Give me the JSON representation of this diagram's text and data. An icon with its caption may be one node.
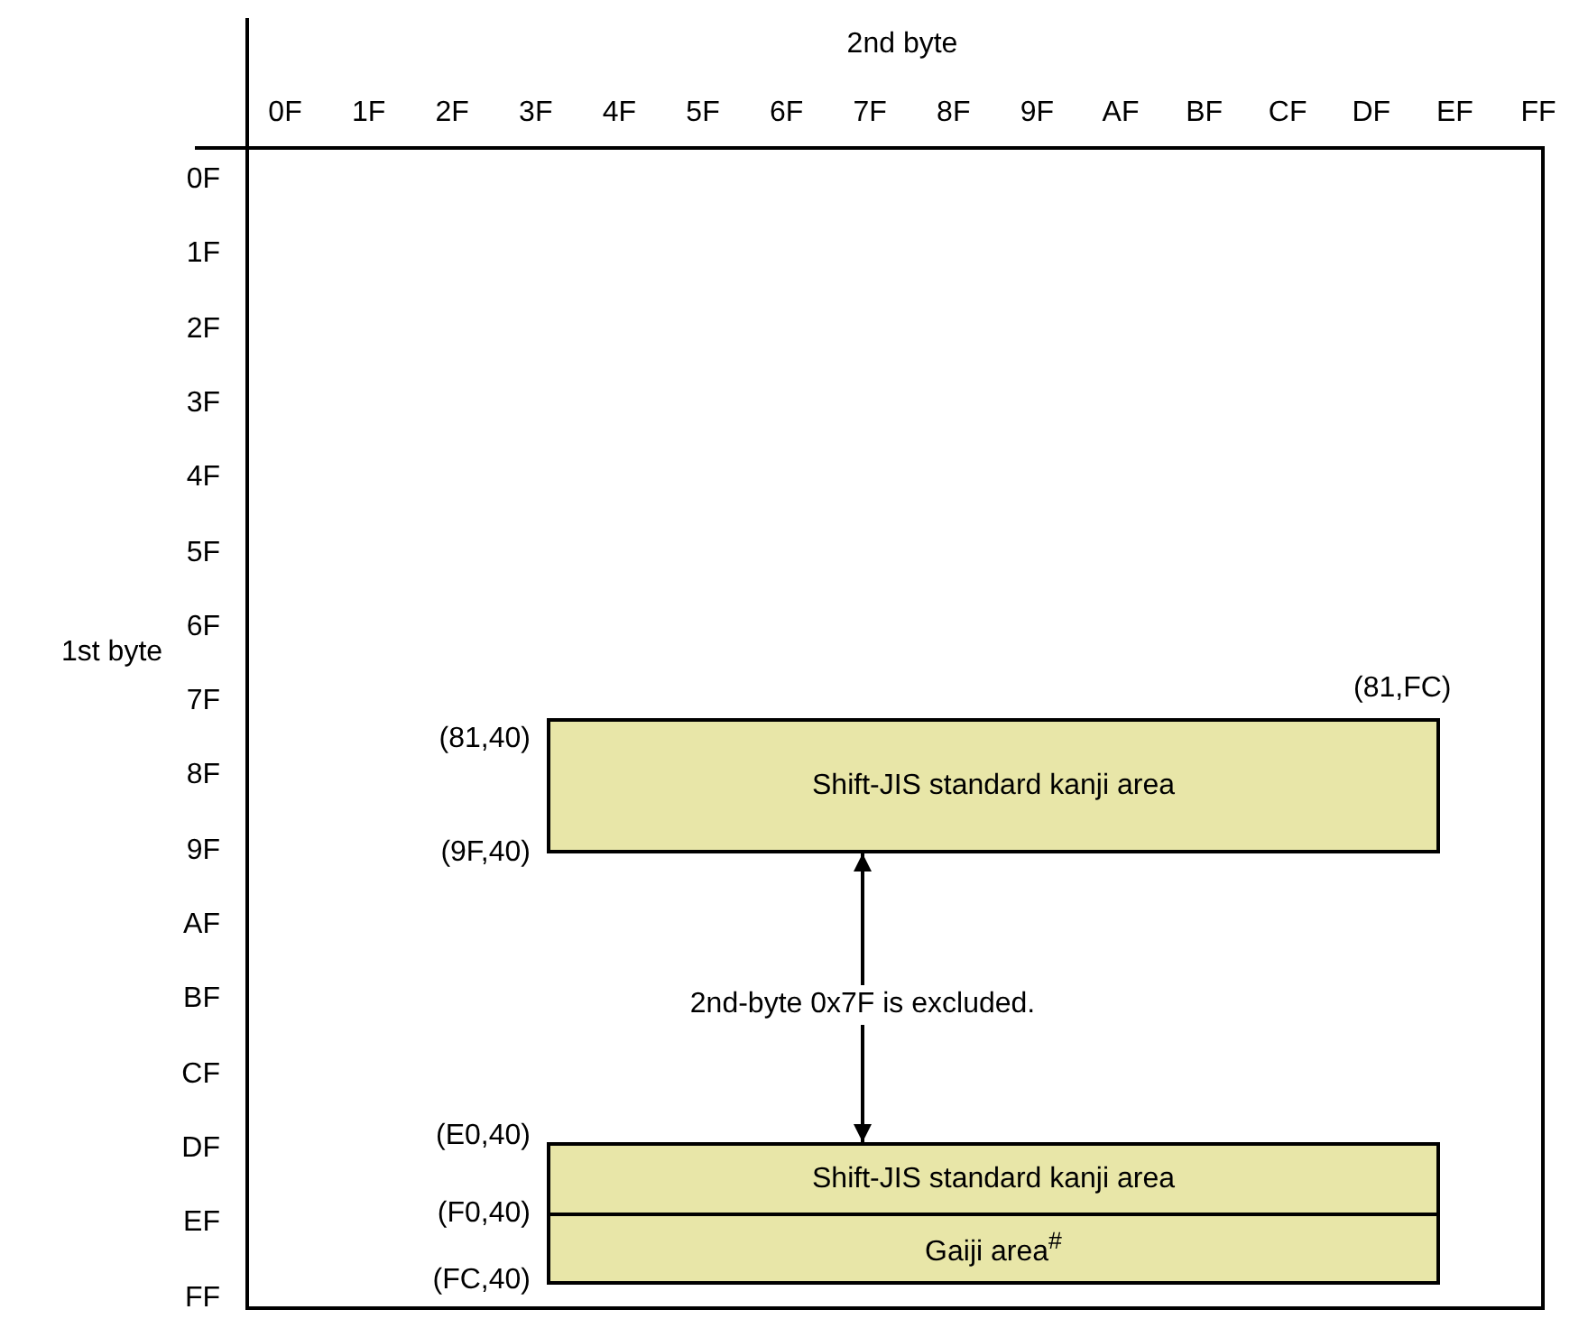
{
  "diagram": {
    "nodes": [
      {
        "text": [
          "Shift-JIS standard kanji area"
        ],
        "beside": [
          "(81,40)",
          "(81,FC)",
          "(9F,40)"
        ]
      },
      {
        "text": [
          "Shift-JIS standard kanji area"
        ],
        "beside": [
          "(E0,40)"
        ]
      },
      {
        "text": [
          "Gaiji area$^{#}$"
        ],
        "beside": [
          "(F0,40)",
          "(FC,40)"
        ]
      }
    ],
    "edges": [
      {
        "from": 0,
        "to": 1,
        "arrow": "both",
        "label": "2nd-byte 0x7F is excluded."
      }
    ],
    "labels": [
      "2nd byte",
      "0F",
      "1F",
      "2F",
      "3F",
      "4F",
      "5F",
      "6F",
      "7F",
      "8F",
      "9F",
      "AF",
      "BF",
      "CF",
      "DF",
      "EF",
      "FF",
      "0F",
      "1F",
      "2F",
      "3F",
      "4F",
      "5F",
      "6F",
      "1st byte",
      "7F",
      "8F",
      "9F",
      "AF",
      "BF",
      "CF",
      "DF",
      "EF",
      "FF"
    ]
  }
}
